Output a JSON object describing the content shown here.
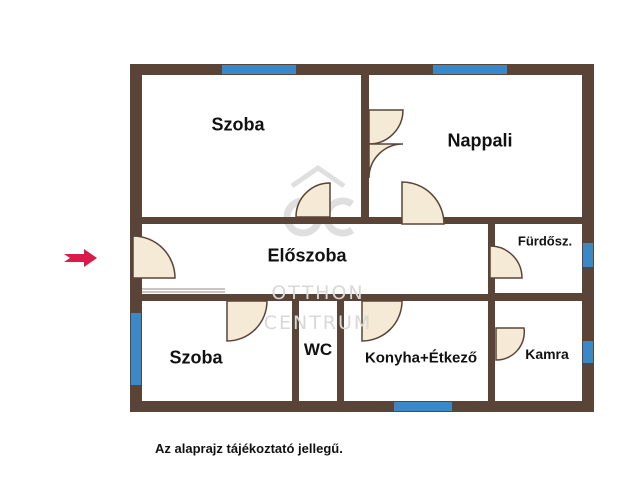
{
  "rooms": {
    "szoba_top": "Szoba",
    "nappali": "Nappali",
    "eloszoba": "Előszoba",
    "furdoszoba": "Fürdősz.",
    "szoba_bottom": "Szoba",
    "wc": "WC",
    "konyha": "Konyha+Étkező",
    "kamra": "Kamra"
  },
  "watermark": {
    "logo_letters": "OC",
    "line1": "OTTHON",
    "line2": "CENTRUM"
  },
  "disclaimer": "Az alaprajz tájékoztató jellegű.",
  "colors": {
    "wall": "#5a4438",
    "window": "#3b88c8",
    "door_fill": "#f5ead6",
    "door_line": "#5a4438",
    "arrow": "#d81b48"
  }
}
